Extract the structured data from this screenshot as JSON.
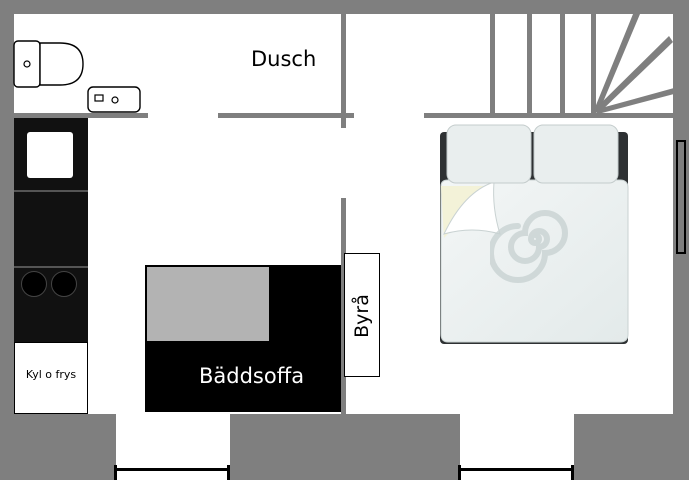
{
  "labels": {
    "shower": "Dusch",
    "dresser": "Byrå",
    "sofa_bed": "Bäddsoffa",
    "fridge": "Kyl o frys"
  },
  "colors": {
    "wall": "#7f7f7f",
    "floor": "#ffffff",
    "fixture_dark": "#111111",
    "sofa_seat": "#b3b3b3",
    "bedding": "#eef3f3",
    "watermark": "#c8d2d2"
  },
  "icons": {
    "toilet": "toilet-icon",
    "sink": "sink-icon",
    "stove_burner": "stove-burner-icon",
    "watermark": "spiral-watermark-icon"
  }
}
